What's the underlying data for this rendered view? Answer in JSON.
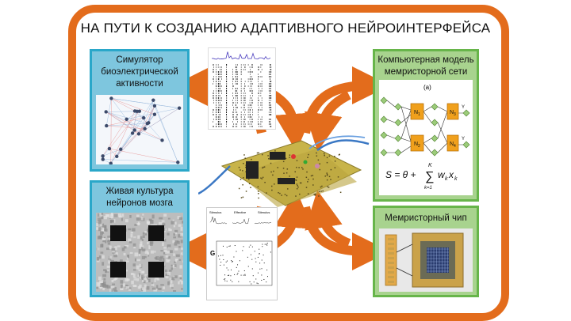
{
  "title": "НА ПУТИ К СОЗДАНИЮ АДАПТИВНОГО НЕЙРОИНТЕРФЕЙСА",
  "panels": {
    "simulator": {
      "line1": "Симулятор",
      "line2": "биоэлектрической",
      "line3": "активности"
    },
    "culture": {
      "line1": "Живая культура",
      "line2": "нейронов мозга"
    },
    "model": {
      "line1": "Компьютерная модель",
      "line2": "мемристорной сети"
    },
    "chip": {
      "line1": "Мемристорный чип"
    }
  },
  "network": {
    "label_a": "(a)",
    "nodes": [
      "N",
      "N",
      "N",
      "N"
    ],
    "subs": [
      "1",
      "2",
      "3",
      "4"
    ],
    "outputs": [
      "Y",
      "Y"
    ],
    "formula_lhs": "S = θ +",
    "formula_sum_top": "K",
    "formula_sum_bottom": "k=1",
    "formula_term": "w",
    "formula_term_sub": "k",
    "formula_x": "x",
    "formula_x_sub": "k"
  },
  "raster": {
    "panel_label": "G",
    "header_labels": [
      "Stimulus",
      "Effective",
      "Stimulus"
    ]
  },
  "colors": {
    "frame": "#e36c1c",
    "panel_blue": "#2aa7c9",
    "panel_green": "#67b54a",
    "arrow": "#e36c1c",
    "board": "#c8b44a"
  }
}
